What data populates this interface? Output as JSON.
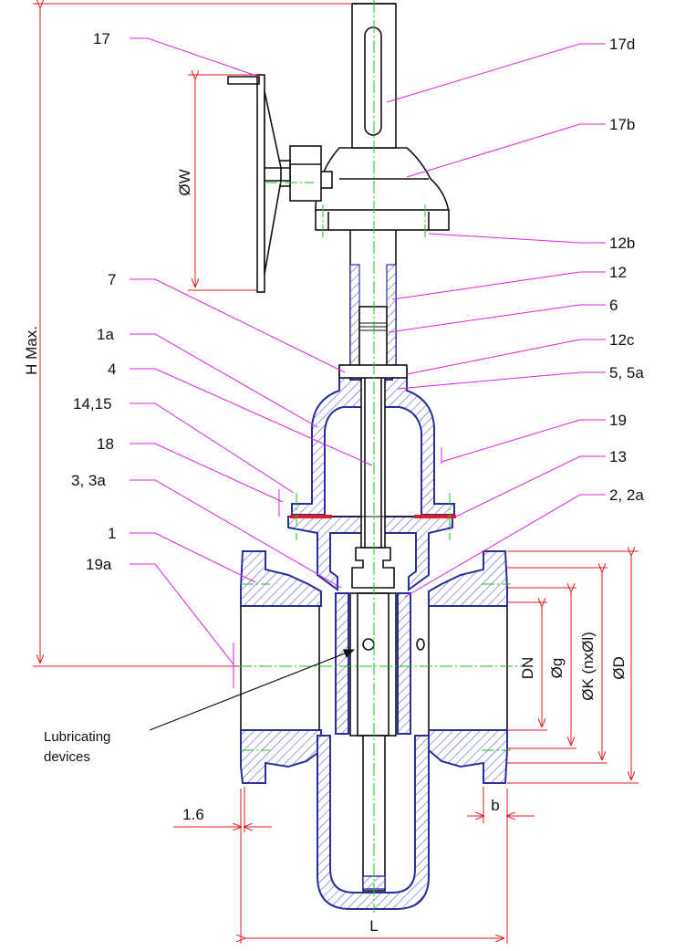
{
  "callouts_left": [
    "17",
    "7",
    "1a",
    "4",
    "14,15",
    "18",
    "3, 3a",
    "1",
    "19a"
  ],
  "callouts_right": [
    "17d",
    "17b",
    "12b",
    "12",
    "6",
    "12c",
    "5, 5a",
    "19",
    "13",
    "2, 2a"
  ],
  "dimensions": {
    "handwheel": "ØW",
    "height": "H Max.",
    "nominal": "DN",
    "bore": "Øg",
    "bolt_circle": "ØK (nxØl)",
    "flange_od": "ØD",
    "length": "L",
    "flange_thickness": "b",
    "raised_face": "1.6"
  },
  "note": {
    "line1": "Lubricating",
    "line2": "devices"
  },
  "colors": {
    "body_outline": "#2b2f9e",
    "hatch": "#5a5fd0",
    "centerline": "#1fbf1f",
    "dimension": "#e01818",
    "leader": "#e21fe2",
    "gasket": "#e02020"
  }
}
